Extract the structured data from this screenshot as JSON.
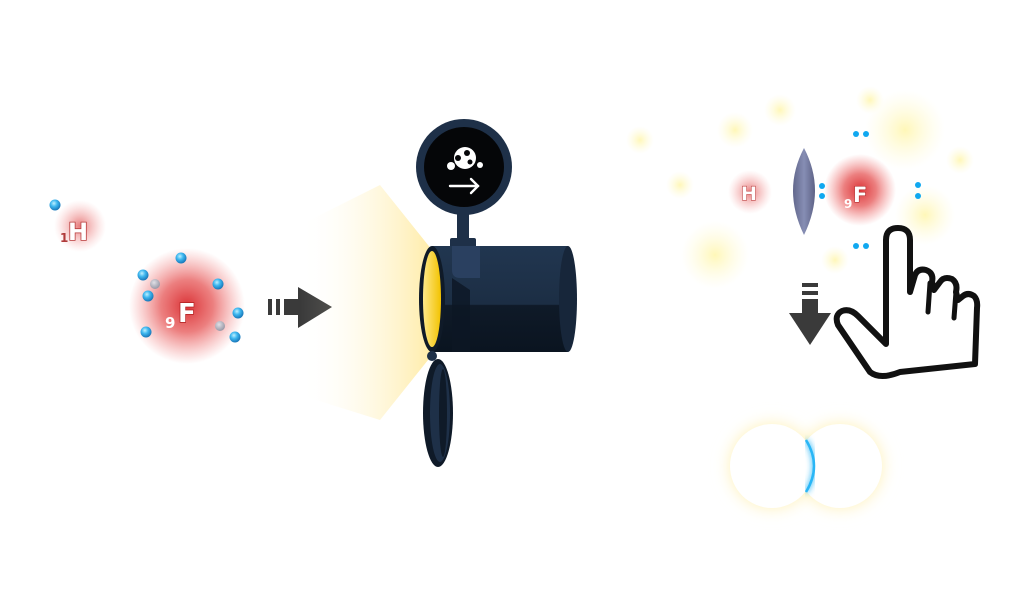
{
  "left_panel": {
    "hydrogen": {
      "mass_number": "1",
      "symbol": "H"
    },
    "fluorine": {
      "atomic_number": "9",
      "symbol": "F"
    }
  },
  "right_panel": {
    "hydrogen": {
      "symbol": "H"
    },
    "fluorine": {
      "atomic_number": "9",
      "symbol": "F"
    }
  },
  "colors": {
    "electron": "#3fb8f0",
    "electron_pair": "#10a8f0",
    "fluorine_glow": "#e23a3a",
    "hydrogen_glow": "#e87878",
    "device_body": "#1e3048",
    "device_dark": "#0f1a28",
    "light_beam": "#ffd84a",
    "arrow": "#3a3a3a",
    "bond_line": "#29b6f6",
    "sparkle": "#fff08a"
  },
  "icons": [
    "dashed-right-arrow-icon",
    "dashed-down-arrow-icon",
    "pointing-hand-icon",
    "electron-cloud-icon",
    "arrow-right-icon"
  ]
}
